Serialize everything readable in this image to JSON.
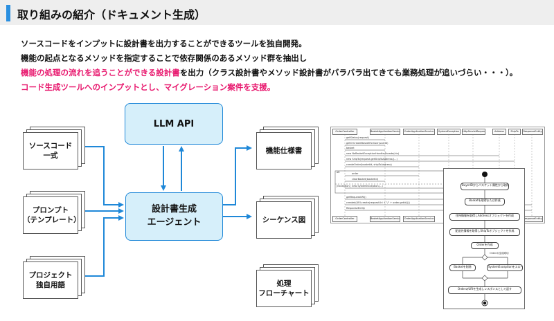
{
  "title": "取り組みの紹介（ドキュメント生成）",
  "description": {
    "line1": "ソースコードをインプットに設計書を出力することができるツールを独自開発。",
    "line2": "機能の起点となるメソッドを指定することで依存関係のあるメソッド群を抽出し",
    "line3_highlight": "機能の処理の流れを追うことができる設計書",
    "line3_rest": "を出力（クラス設計書やメソッド設計書がバラバラ出てきても業務処理が追いづらい・・・）。",
    "line4": "コード生成ツールへのインプットとし、マイグレーション案件を支援。"
  },
  "inputs": {
    "source_code": [
      "ソースコード",
      "一式"
    ],
    "prompt": [
      "プロンプト",
      "（テンプレート）"
    ],
    "glossary": [
      "プロジェクト",
      "独自用語"
    ]
  },
  "llm_api_label": "LLM API",
  "agent_label": [
    "設計書生成",
    "エージェント"
  ],
  "outputs": {
    "spec": "機能仕様書",
    "sequence": "シーケンス図",
    "flowchart": [
      "処理",
      "フローチャート"
    ]
  },
  "sequence_diagram": {
    "participants": [
      "OrderController",
      "BasketApplicationService",
      "OrderApplicationService",
      "SystemException",
      "HttpServletRequest",
      "Address",
      "ShipTo",
      "ResponseEntity"
    ],
    "messages": [
      "getStatus(request)",
      "getOrCreateBasketForUser(userId)",
      "basket",
      "new NoBasketExceptionHandlerFacade(ctx)",
      "new ShipTo(request.getShipToAddress()...)",
      "createOrder(basketId, shipToAddress)",
      "order",
      "clearBasket(basketId)",
      "new SystemException(...)",
      "getRequestURI()",
      "created(URI.create(requestUri + \"/\" + order.getId()))",
      "ResponseEntity"
    ],
    "fragment_labels": [
      "alt",
      "[Exception]"
    ]
  },
  "activity_diagram": {
    "nodes": [
      "BuyerIDからバスケット属性から取得",
      "Basketを取得または作成",
      "住所情報を取得しAddressオブジェクトを作成",
      "配送先情報を取得しShipToオブジェクトを作成",
      "Orderを作成",
      "Orderの生成成功",
      "Basketを削除",
      "SystemExceptionをスロー",
      "OrderのURIを生成しレスポンスとして返す"
    ]
  }
}
